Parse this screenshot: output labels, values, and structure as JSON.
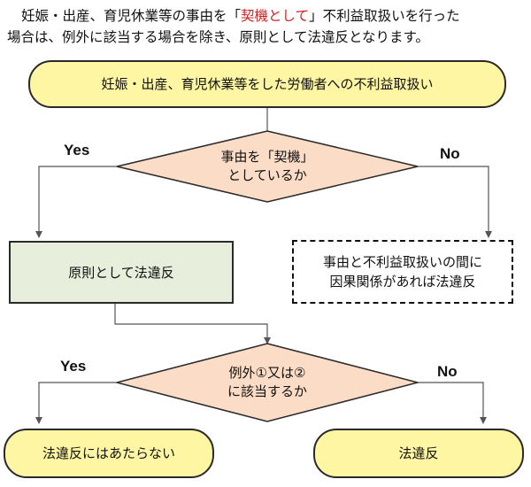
{
  "intro": {
    "line1_pre": "妊娠・出産、育児休業等の事由を「",
    "line1_red": "契機として",
    "line1_post": "」不利益取扱いを行った",
    "line2": "場合は、例外に該当する場合を除き、原則として法違反となります。"
  },
  "flow": {
    "start": "妊娠・出産、育児休業等をした労働者への不利益取扱い",
    "decision1": {
      "line1": "事由を「契機」",
      "line2": "としているか"
    },
    "yes1": "Yes",
    "no1": "No",
    "principle": "原則として法違反",
    "causal": {
      "line1": "事由と不利益取扱いの間に",
      "line2": "因果関係があれば法違反"
    },
    "decision2": {
      "line1": "例外①又は②",
      "line2": "に該当するか"
    },
    "yes2": "Yes",
    "no2": "No",
    "not_violation": "法違反にはあたらない",
    "violation": "法違反"
  },
  "colors": {
    "pill_fill": "#fff6a3",
    "diamond_fill": "#fbdcc6",
    "principle_fill": "#e7eedb",
    "highlight_red": "#d42020"
  }
}
